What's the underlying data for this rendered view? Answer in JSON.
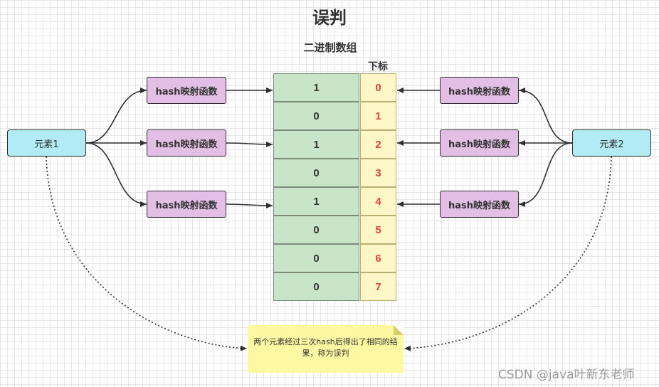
{
  "title": "误判",
  "array_label": "二进制数组",
  "index_header": "下标",
  "element1": "元素1",
  "element2": "元素2",
  "hash_label": "hash映射函数",
  "bits": [
    "1",
    "0",
    "1",
    "0",
    "1",
    "0",
    "0",
    "0"
  ],
  "indexes": [
    "0",
    "1",
    "2",
    "3",
    "4",
    "5",
    "6",
    "7"
  ],
  "note": "两个元素经过三次hash后得出了相同的结果，称为误判",
  "watermark": "CSDN @java叶新东老师",
  "colors": {
    "element_fill": "#b1ebf3",
    "hash_fill": "#e3bfe6",
    "bit_fill": "#c9e5c9",
    "index_fill": "#fdf6c6",
    "index_text": "#e0453b",
    "note_fill": "#fdf9a3"
  }
}
